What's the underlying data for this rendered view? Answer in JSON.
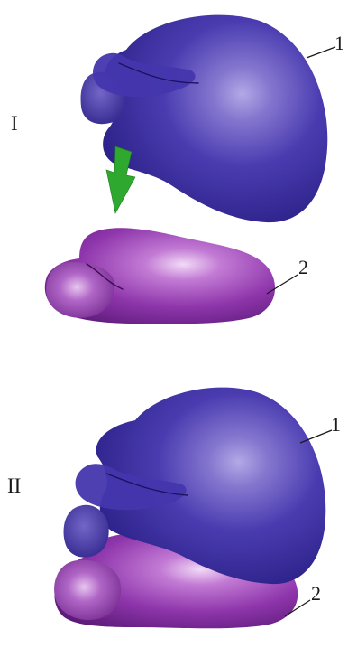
{
  "panels": [
    {
      "label": "I",
      "large_subunit": {
        "number": "1"
      },
      "small_subunit": {
        "number": "2"
      },
      "arrow": "down-arrow"
    },
    {
      "label": "II",
      "large_subunit": {
        "number": "1"
      },
      "small_subunit": {
        "number": "2"
      }
    }
  ],
  "colors": {
    "large_subunit": "#3d2ea3",
    "large_subunit_highlight": "#a89ee0",
    "small_subunit": "#8a2fa6",
    "small_subunit_highlight": "#e9c8f2",
    "arrow": "#2fa82f"
  }
}
